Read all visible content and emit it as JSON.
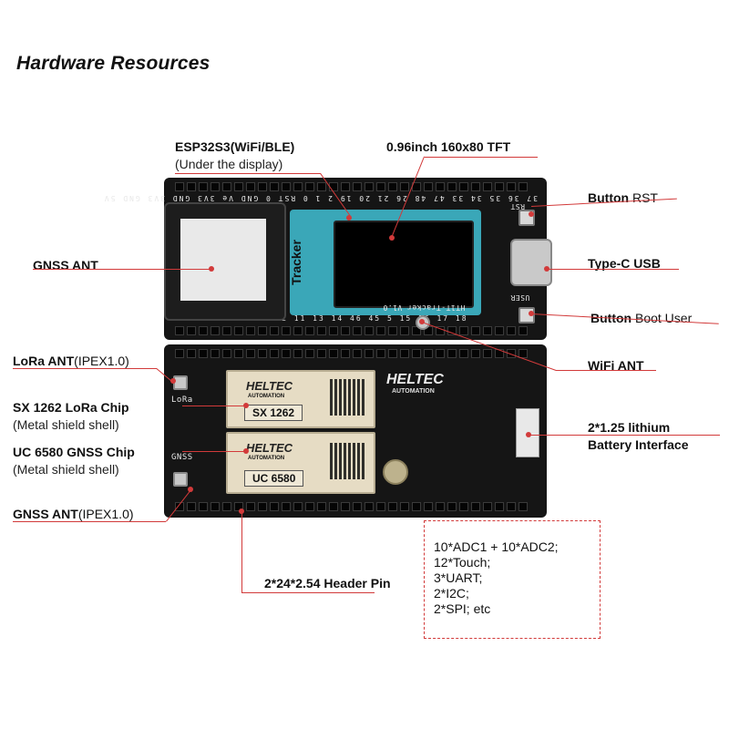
{
  "title": "Hardware Resources",
  "labels": {
    "esp32": {
      "bold": "ESP32S3(WiFi/BLE)",
      "sub": "(Under the display)"
    },
    "tft": "0.96inch 160x80 TFT",
    "gnss_ant": "GNSS ANT",
    "btn_rst": {
      "bold": "Button",
      "normal": " RST"
    },
    "usb": "Type-C USB",
    "btn_boot": {
      "bold": "Button",
      "normal": " Boot User"
    },
    "wifi_ant": "WiFi ANT",
    "lora_ant": {
      "bold": "LoRa ANT",
      "normal": "(IPEX1.0)"
    },
    "sx1262": {
      "bold": "SX 1262 LoRa Chip",
      "sub": "(Metal shield shell)"
    },
    "uc6580": {
      "bold": "UC 6580 GNSS Chip",
      "sub": "(Metal shield shell)"
    },
    "gnss_ant2": {
      "bold": "GNSS ANT",
      "normal": "(IPEX1.0)"
    },
    "battery": {
      "line1": "2*1.25 lithium",
      "line2": "Battery Interface"
    },
    "header": "2*24*2.54 Header Pin"
  },
  "specs": [
    "10*ADC1 + 10*ADC2;",
    "12*Touch;",
    "3*UART;",
    "2*I2C;",
    "2*SPI; etc"
  ],
  "board": {
    "top_silk": "37 36 35 34 33 47 48 26 21 20 19 2 1 0 RST 0 GND Ve 3V3 GND 3V3 GND 5V",
    "bottom_silk": "39 38 41 40 42 12 11 13 14 46 45 5 15 16 17 18",
    "tft_side_text": "Tracker",
    "tft_board_text": "HT1T-Tracker V1.0",
    "module_logo": "HELTEC",
    "module_sub": "AUTOMATION",
    "sx_name": "SX 1262",
    "uc_name": "UC 6580",
    "lower_logo": "HELTEC",
    "lower_logo_sub": "AUTOMATION",
    "silk_lora": "LoRa",
    "silk_gnss": "GNSS",
    "silk_rst": "RST",
    "silk_user": "USER"
  },
  "colors": {
    "accent": "#d23a3a",
    "board": "#151515",
    "tft_frame": "#3aa7b8",
    "module": "#e6dcc4"
  }
}
